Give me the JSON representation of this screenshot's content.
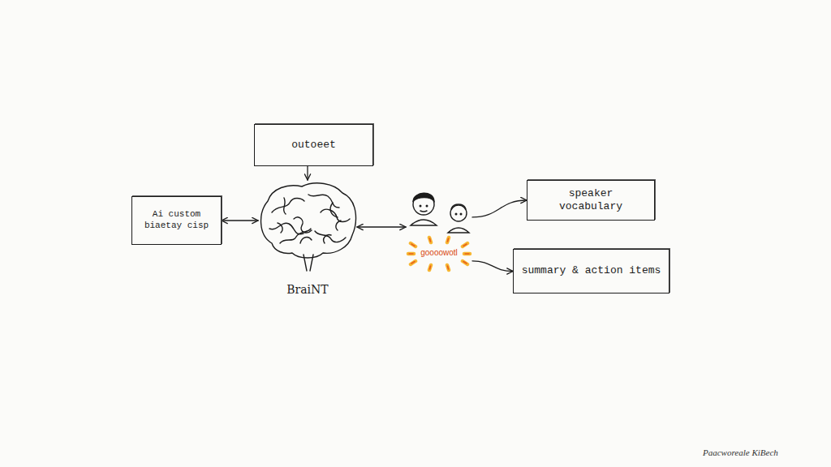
{
  "diagram": {
    "nodes": [
      {
        "text": [
          "outoeet"
        ]
      },
      {
        "text": [
          "Ai custom biaetay cisp"
        ]
      },
      {
        "text": [
          "BraiNT"
        ]
      },
      {
        "text": [
          "goooowotl"
        ]
      },
      {
        "text": [
          "speaker vocabulary"
        ]
      },
      {
        "text": [
          "summary & action items"
        ]
      }
    ],
    "edges": [
      {
        "from": 0,
        "to": 2,
        "arrow": "to"
      },
      {
        "from": 1,
        "to": 2,
        "arrow": "both"
      },
      {
        "from": 2,
        "to": 3,
        "arrow": "both"
      },
      {
        "from": 3,
        "to": 4,
        "arrow": "to"
      },
      {
        "from": 3,
        "to": 5,
        "arrow": "to"
      }
    ],
    "labels": [
      "Paacworeale KiBech"
    ]
  }
}
